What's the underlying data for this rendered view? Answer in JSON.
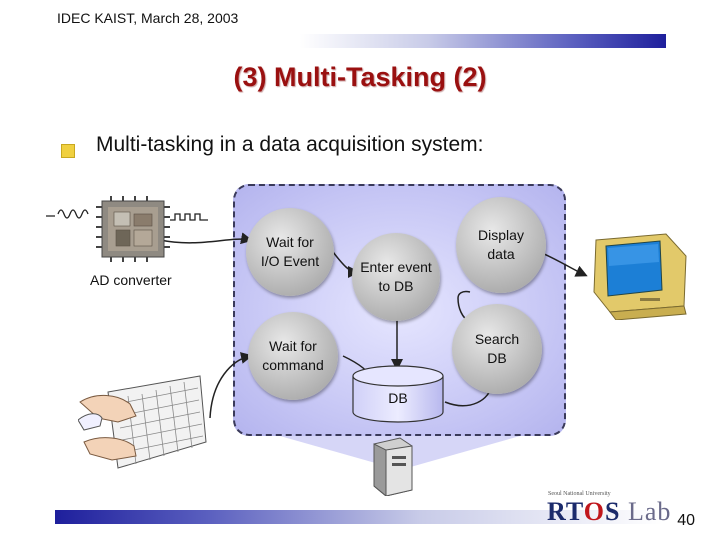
{
  "header": {
    "conference": "IDEC KAIST, March 28, 2003"
  },
  "slide": {
    "title": "(3) Multi-Tasking (2)",
    "bullet": "Multi-tasking in a data acquisition system:",
    "page_number": "40"
  },
  "diagram": {
    "processes": {
      "wait_io": "Wait for\nI/O Event",
      "enter_db": "Enter event\nto DB",
      "display": "Display\ndata",
      "wait_cmd": "Wait for\ncommand",
      "search_db": "Search\nDB"
    },
    "db_label": "DB",
    "ad_converter_label": "AD converter"
  },
  "logo": {
    "university": "Seoul National University",
    "name_part1": "RT",
    "name_o": "O",
    "name_part2": "S",
    "name_lab": "Lab"
  },
  "colors": {
    "title": "#9a1010",
    "container_fill": "#c4c4f4",
    "process_fill": "#a6a6a6",
    "bullet": "#f0d040"
  }
}
